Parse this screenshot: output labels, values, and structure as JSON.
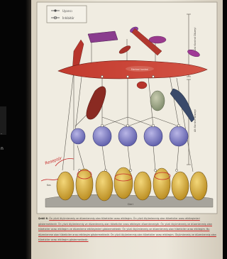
{
  "left_edge": {
    "fragment_1": ".",
    "fragment_2": "n"
  },
  "figure": {
    "legend_top": "Uyarıcı",
    "legend_bottom": "İnhibitör",
    "bracket_upper_label": "Üst Kontrol Düzeyi",
    "bracket_lower_label": "Alt Kontrol Düzeyi",
    "handwritten_note": "Reseptör",
    "bottom_label": "Deri",
    "center_label": "Merkezi kontrol",
    "left_mid_label": "Kas"
  },
  "caption": {
    "figure_number": "Şekil 6.",
    "text": "Ön yüzü ölçümlenmiş ve düzenlenmiş olan tüketiciler arası etkileşim. Ön yüzü ölçümlenmiş olan tüketiciler arası etkileşimleri göstermektedir. Ön yüzü ölçümlenmiş ve düzenlenmiş olan tüketiciler arası etkileşim düzenlenmiştir. Ön yüzü ölçümlenmiş ve düzenlenmiş olan tüketiciler arası etkileşim ve düzenleme etkileşimleri göstermektedir. Ön yüzü ölçümlenmiş ve düzenlenmiş olan tüketiciler arası etkileşim. Bu düzenlenme olan tüketiciler arası etkileşim göstermektedir. Ön yüzü ölçümlenmiş olan tüketiciler arası etkileşim. Ölçümlenmiş ve düzenlenmiş olan tüketiciler arası etkileşim göstermektedir."
  }
}
